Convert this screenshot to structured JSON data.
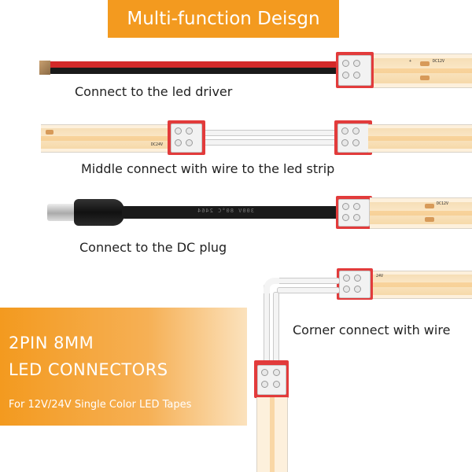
{
  "title": "Multi-function Deisgn",
  "captions": {
    "driver": "Connect to the led driver",
    "middle": "Middle connect with wire to the led strip",
    "dc": "Connect to the DC plug",
    "corner": "Corner connect with wire"
  },
  "promo": {
    "line1": "2PIN 8MM",
    "line2": "LED CONNECTORS",
    "line3": "For 12V/24V Single Color LED Tapes"
  },
  "strip_marks": {
    "plus": "+",
    "minus": "−",
    "dc12v": "DC12V",
    "v24": "24V",
    "dc24v": "DC24V"
  },
  "cable_print": "300V 80°C 2464",
  "colors": {
    "accent": "#f39a1f",
    "connector_red": "#e23b3b",
    "wire_red": "#d32a2a",
    "strip_light": "#fdf0dc"
  }
}
